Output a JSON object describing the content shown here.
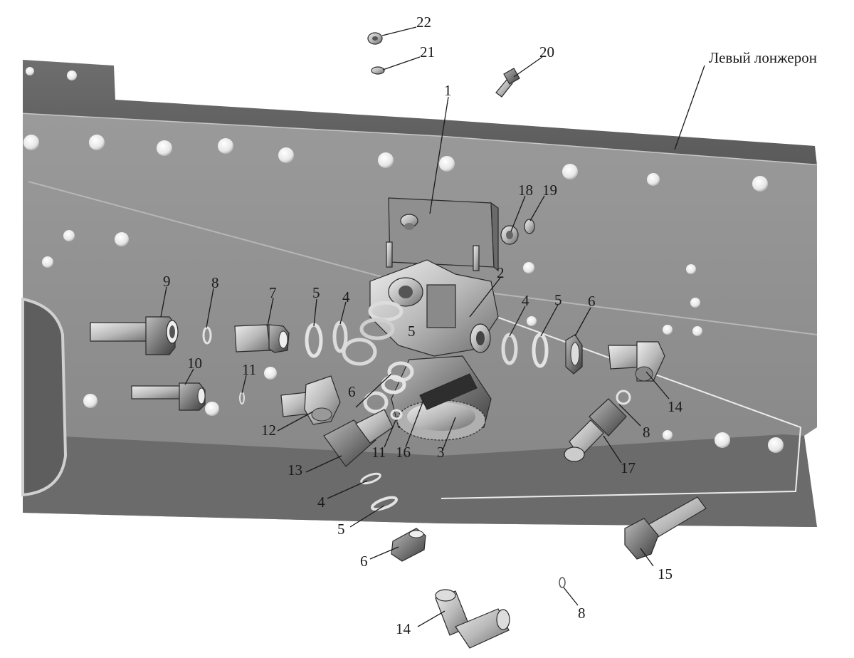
{
  "caption": "Левый лонжерон",
  "callouts": [
    {
      "id": "c22",
      "text": "22"
    },
    {
      "id": "c21",
      "text": "21"
    },
    {
      "id": "c20",
      "text": "20"
    },
    {
      "id": "c1",
      "text": "1"
    },
    {
      "id": "c18",
      "text": "18"
    },
    {
      "id": "c19",
      "text": "19"
    },
    {
      "id": "c2",
      "text": "2"
    },
    {
      "id": "c9",
      "text": "9"
    },
    {
      "id": "c8a",
      "text": "8"
    },
    {
      "id": "c7",
      "text": "7"
    },
    {
      "id": "c5a",
      "text": "5"
    },
    {
      "id": "c4a",
      "text": "4"
    },
    {
      "id": "c4b",
      "text": "4"
    },
    {
      "id": "c5b",
      "text": "5"
    },
    {
      "id": "c6a",
      "text": "6"
    },
    {
      "id": "c5c",
      "text": "5"
    },
    {
      "id": "c10",
      "text": "10"
    },
    {
      "id": "c11a",
      "text": "11"
    },
    {
      "id": "c6b",
      "text": "6"
    },
    {
      "id": "c14a",
      "text": "14"
    },
    {
      "id": "c12",
      "text": "12"
    },
    {
      "id": "c8b",
      "text": "8"
    },
    {
      "id": "c11b",
      "text": "11"
    },
    {
      "id": "c16",
      "text": "16"
    },
    {
      "id": "c3",
      "text": "3"
    },
    {
      "id": "c13",
      "text": "13"
    },
    {
      "id": "c17",
      "text": "17"
    },
    {
      "id": "c4c",
      "text": "4"
    },
    {
      "id": "c5d",
      "text": "5"
    },
    {
      "id": "c6c",
      "text": "6"
    },
    {
      "id": "c15",
      "text": "15"
    },
    {
      "id": "c8c",
      "text": "8"
    },
    {
      "id": "c14b",
      "text": "14"
    }
  ]
}
